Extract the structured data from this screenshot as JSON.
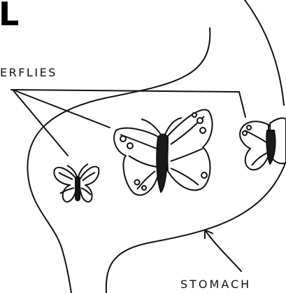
{
  "panel_letter": "L",
  "label_butterflies": "ERFLIES",
  "label_stomach": "STOMACH",
  "colors": {
    "ink": "#111111",
    "wing_fill": "#ffffff",
    "body_fill": "#1a1a1a"
  }
}
